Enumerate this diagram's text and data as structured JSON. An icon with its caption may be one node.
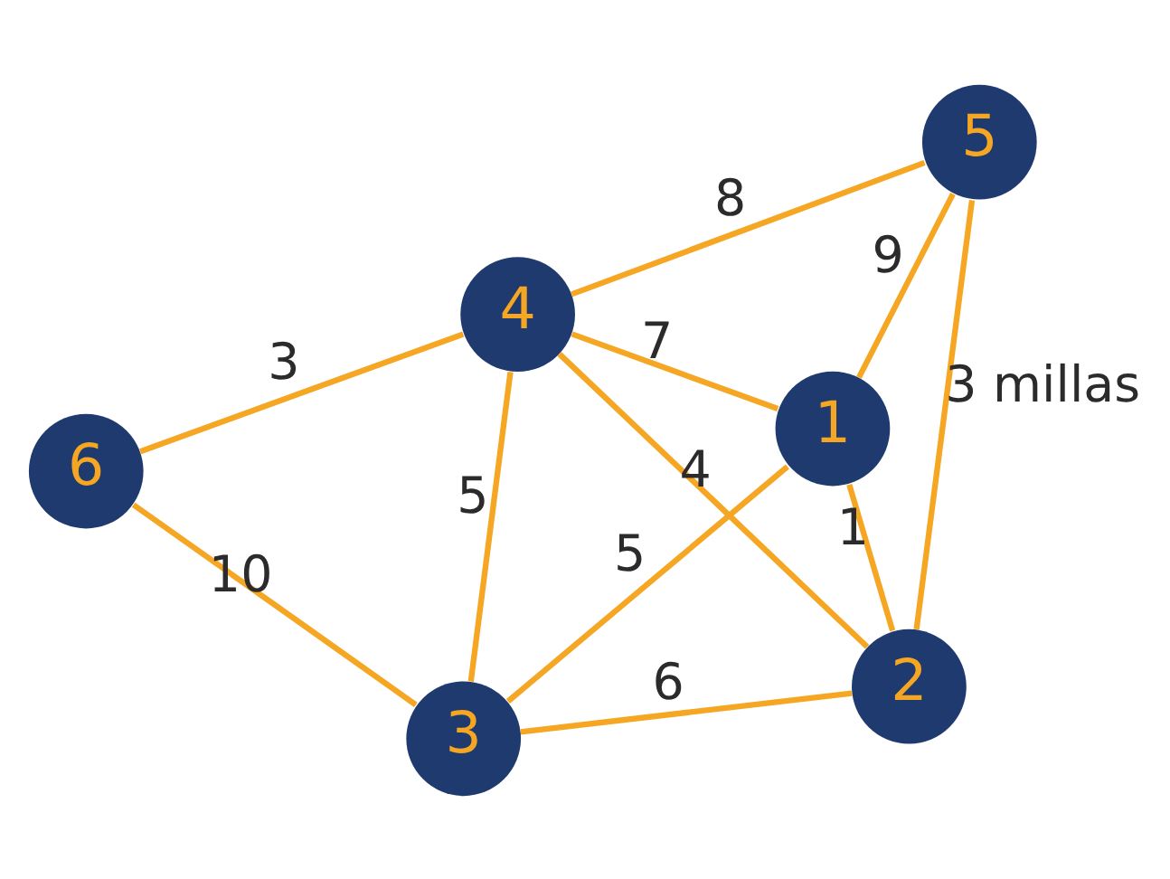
{
  "diagram": {
    "nodes": [
      {
        "text": [
          "1"
        ]
      },
      {
        "text": [
          "2"
        ]
      },
      {
        "text": [
          "3"
        ]
      },
      {
        "text": [
          "4"
        ]
      },
      {
        "text": [
          "5"
        ]
      },
      {
        "text": [
          "6"
        ]
      }
    ],
    "edges": [
      {
        "from": 0,
        "to": 1,
        "arrow": "none",
        "label": "1"
      },
      {
        "from": 1,
        "to": 4,
        "arrow": "none",
        "label": "3 millas"
      },
      {
        "from": 1,
        "to": 2,
        "arrow": "none",
        "label": "6"
      },
      {
        "from": 1,
        "to": 3,
        "arrow": "none",
        "label": "4"
      },
      {
        "from": 0,
        "to": 4,
        "arrow": "none",
        "label": "9"
      },
      {
        "from": 0,
        "to": 2,
        "arrow": "none",
        "label": "5"
      },
      {
        "from": 2,
        "to": 5,
        "arrow": "none",
        "label": "10"
      },
      {
        "from": 2,
        "to": 3,
        "arrow": "none",
        "label": "5"
      },
      {
        "from": 0,
        "to": 3,
        "arrow": "none",
        "label": "7"
      },
      {
        "from": 3,
        "to": 4,
        "arrow": "none",
        "label": "8"
      },
      {
        "from": 3,
        "to": 5,
        "arrow": "none",
        "label": "3"
      }
    ]
  }
}
